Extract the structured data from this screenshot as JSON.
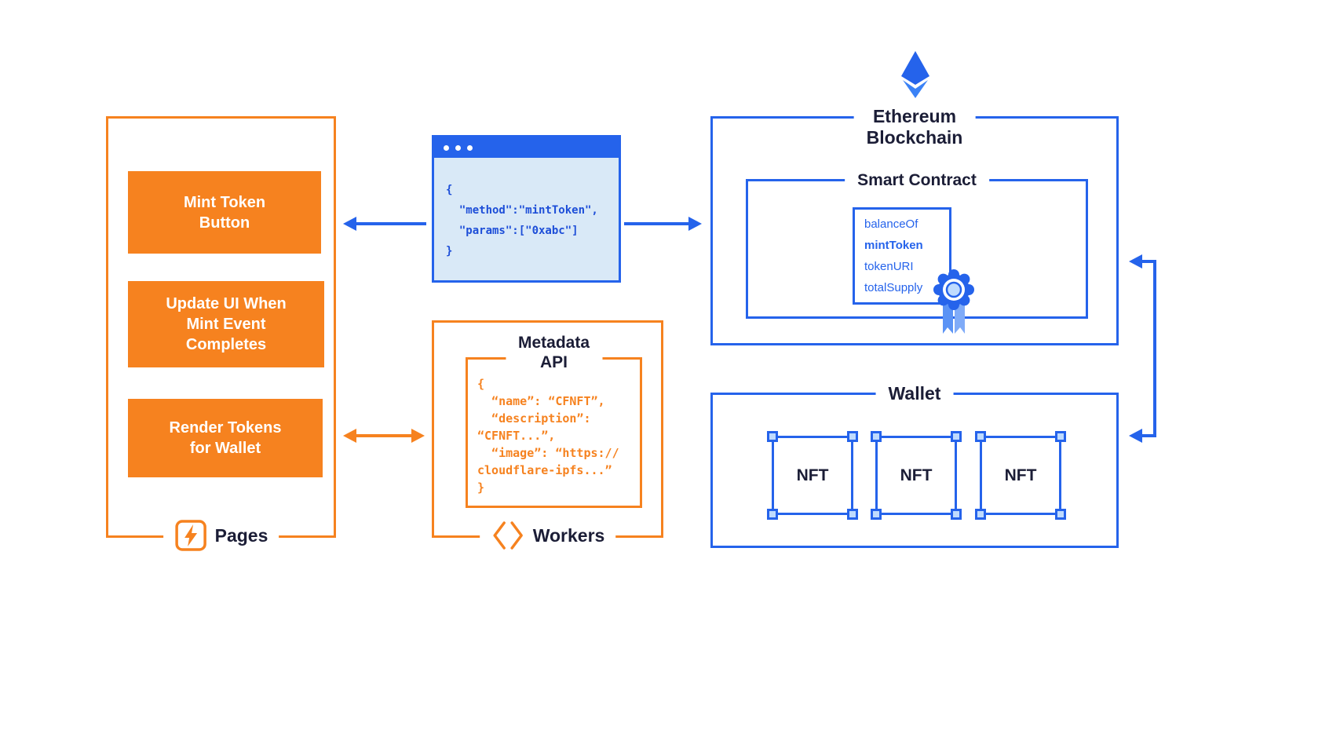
{
  "colors": {
    "orange": "#F6821F",
    "blue": "#2563EB",
    "code_blue": "#1D4ED8",
    "dark_text": "#1B1D36",
    "window_bg": "#D9E9F7",
    "handle_fill": "#BFDBFE"
  },
  "pages_panel": {
    "buttons": [
      {
        "label": "Mint Token\nButton"
      },
      {
        "label": "Update UI When\nMint Event\nCompletes"
      },
      {
        "label": "Render Tokens\nfor Wallet"
      }
    ],
    "footer_label": "Pages"
  },
  "rpc_window": {
    "lines": [
      "{",
      "  \"method\":\"mintToken\",",
      "  \"params\":[\"0xabc\"]",
      "}"
    ]
  },
  "metadata_panel": {
    "title": "Metadata\nAPI",
    "lines": [
      "{",
      "  “name”: “CFNFT”,",
      "  “description”:",
      "“CFNFT...”,",
      "  “image”: “https://",
      "cloudflare-ipfs...”",
      "}"
    ],
    "footer_label": "Workers"
  },
  "ethereum_panel": {
    "title": "Ethereum\nBlockchain",
    "smart_contract": {
      "title": "Smart Contract",
      "methods": [
        "balanceOf",
        "mintToken",
        "tokenURI",
        "totalSupply"
      ]
    }
  },
  "wallet_panel": {
    "title": "Wallet",
    "nfts": [
      "NFT",
      "NFT",
      "NFT"
    ]
  }
}
